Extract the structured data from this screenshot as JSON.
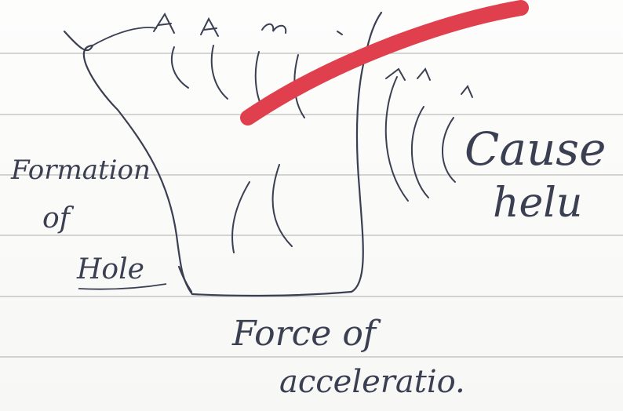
{
  "labels": {
    "left_line1": "Formation",
    "left_line2": "of",
    "left_line3": "Hole",
    "right_line1": "Cause",
    "right_line2": "helu",
    "bottom_line1": "Force of",
    "bottom_line2": "acceleratio."
  },
  "colors": {
    "ink": "#3b3f52",
    "rule": "#bcbcbc",
    "strike": "#e0404e",
    "paper": "#fbfbfa"
  }
}
